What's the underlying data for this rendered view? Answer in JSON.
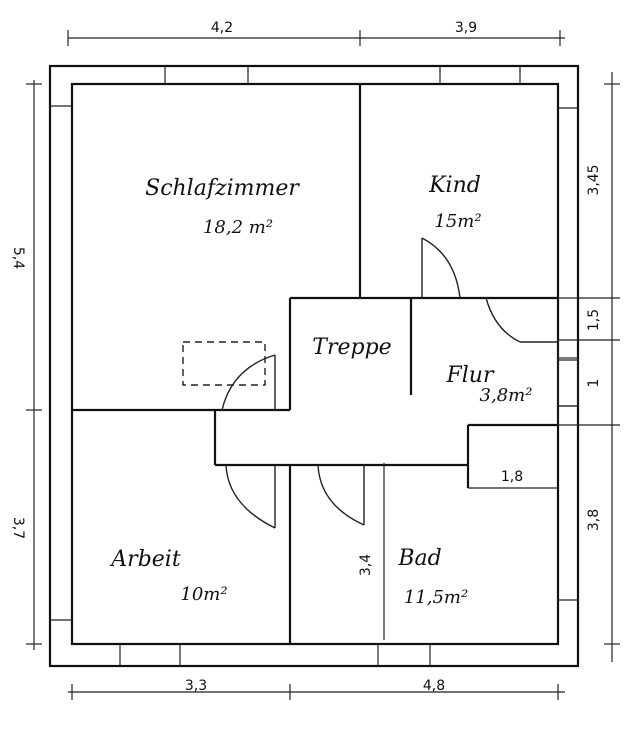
{
  "rooms": {
    "schlafzimmer": {
      "name": "Schlafzimmer",
      "area": "18,2 m²"
    },
    "kind": {
      "name": "Kind",
      "area": "15m²"
    },
    "treppe": {
      "name": "Treppe"
    },
    "flur": {
      "name": "Flur",
      "area": "3,8m²"
    },
    "arbeit": {
      "name": "Arbeit",
      "area": "10m²"
    },
    "bad": {
      "name": "Bad",
      "area": "11,5m²"
    }
  },
  "dimensions": {
    "top_left": "4,2",
    "top_right": "3,9",
    "bottom_left": "3,3",
    "bottom_right": "4,8",
    "left_upper": "5,4",
    "left_lower": "3,7",
    "right_1": "3,45",
    "right_2": "1,5",
    "right_3": "1",
    "right_4": "3,8",
    "flur_step": "1,8",
    "bad_height": "3,4"
  },
  "colors": {
    "line": "#111111",
    "paper": "#ffffff"
  }
}
